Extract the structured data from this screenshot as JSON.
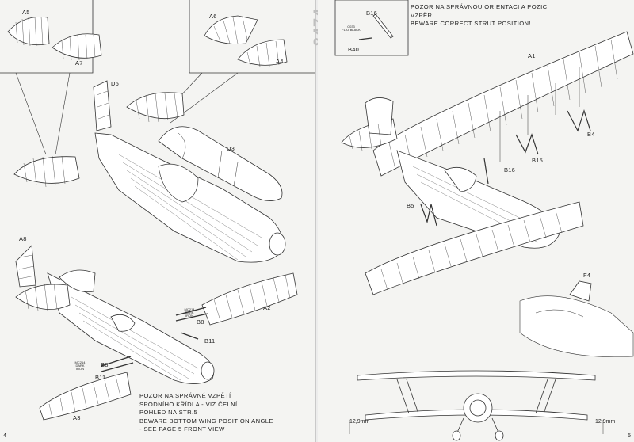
{
  "product_code": "8474",
  "pages": {
    "left": {
      "number": "4",
      "labels": {
        "A5": "A5",
        "A7": "A7",
        "A6": "A6",
        "A4": "A4",
        "D6": "D6",
        "D3": "D3",
        "A8": "A8",
        "A2": "A2",
        "B8_upper": "B8",
        "B8_lower": "B8",
        "B11_upper": "B11",
        "B11_lower": "B11",
        "A3": "A3"
      },
      "paint_tags": {
        "upper": {
          "code": "MC214",
          "name": "DARK IRON"
        },
        "lower": {
          "code": "MC214",
          "name": "DARK IRON"
        }
      },
      "note_lines": [
        "POZOR NA SPRÁVNÉ VZPĚTÍ",
        "SPODNÍHO KŘÍDLA - VIZ ČELNÍ",
        "POHLED NA STR.5",
        "BEWARE BOTTOM WING POSITION ANGLE",
        "- SEE PAGE 5 FRONT VIEW"
      ]
    },
    "right": {
      "number": "5",
      "note_lines": [
        "POZOR NA SPRÁVNOU ORIENTACI A POZICI",
        "VZPĚR!",
        "BEWARE CORRECT STRUT POSITION!"
      ],
      "inset_labels": {
        "B16": "B16",
        "B40": "B40"
      },
      "inset_tag": {
        "code": "C033",
        "name": "FLAT BLACK"
      },
      "labels": {
        "A1": "A1",
        "B4": "B4",
        "B15": "B15",
        "B16": "B16",
        "B5": "B5",
        "F4": "F4"
      },
      "dimensions": {
        "left": "12,9mm",
        "right": "12,9mm"
      }
    }
  }
}
